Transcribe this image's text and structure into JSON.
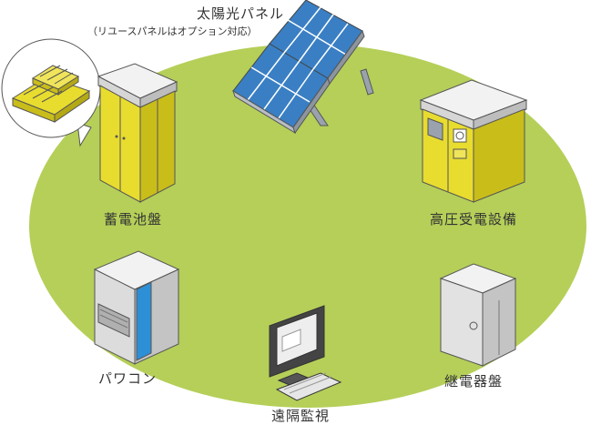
{
  "labels": {
    "solar_panel": "太陽光パネル",
    "solar_note": "（リユースパネルはオプション対応）",
    "storage_battery": "蓄電池盤",
    "high_voltage_equipment": "高圧受電設備",
    "power_conditioner": "パワコン",
    "relay_panel": "継電器盤",
    "remote_monitoring": "遠隔監視"
  },
  "colors": {
    "ground_ellipse": "#b5cf59",
    "cabinet_yellow": "#e8dc2f",
    "cabinet_yellow_dark": "#c9bd1a",
    "panel_blue": "#3a7fc4",
    "steel_gray": "#d8d8d8",
    "accent_blue": "#2d8fd6"
  },
  "icons": [
    "battery-module-callout-icon",
    "solar-panel-icon",
    "battery-cabinet-icon",
    "substation-cabinet-icon",
    "power-conditioner-icon",
    "relay-panel-icon",
    "monitor-computer-icon"
  ]
}
